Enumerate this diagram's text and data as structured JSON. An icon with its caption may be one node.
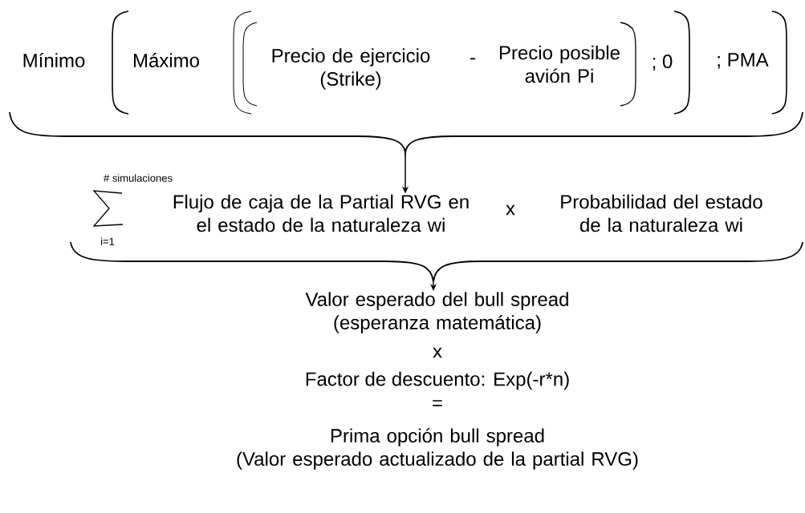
{
  "diagram": {
    "nodes": [
      {
        "text": [],
        "shape": "brace"
      },
      {
        "text": [
          "Flujo de caja de la Partial RVG en el estado de la naturaleza wi"
        ]
      },
      {
        "text": [],
        "shape": "brace"
      },
      {
        "text": [
          "Valor esperado del bull spread (esperanza matemática)"
        ]
      }
    ],
    "edges": [
      {
        "from": 0,
        "to": 1,
        "arrow": "to"
      },
      {
        "from": 2,
        "to": 3,
        "arrow": "to"
      }
    ],
    "labels": [
      "Mínimo",
      "Máximo",
      "Precio de ejercicio (Strike)",
      "-",
      "Precio posible avión Pi",
      "; 0",
      "; PMA",
      "# simulaciones",
      "i=1",
      "x",
      "Probabilidad del estado de la naturaleza wi",
      "x",
      "Factor de descuento: Exp(-r*n)",
      "=",
      "Prima opción bull spread (Valor esperado actualizado de la partial RVG)"
    ]
  }
}
